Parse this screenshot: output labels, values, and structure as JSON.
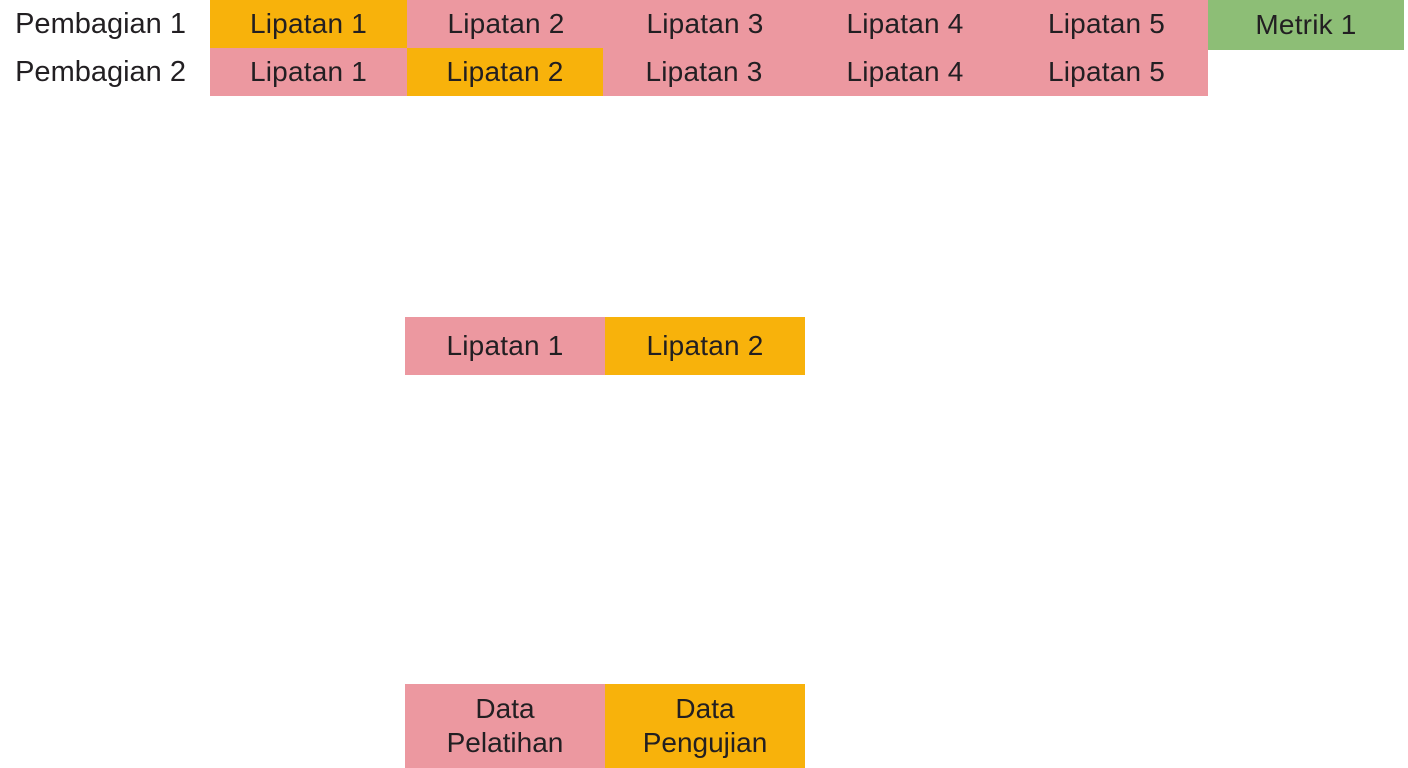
{
  "colors": {
    "train": "#EC98A0",
    "test": "#F8B20B",
    "metric": "#8DBE76",
    "text": "#221F22",
    "background": "#FFFFFF"
  },
  "rows": [
    {
      "label": "Pembagian 1",
      "folds": [
        "Lipatan 1",
        "Lipatan 2",
        "Lipatan 3",
        "Lipatan 4",
        "Lipatan 5"
      ],
      "fold_roles": [
        "test",
        "train",
        "train",
        "train",
        "train"
      ],
      "metric": "Metrik 1"
    },
    {
      "label": "Pembagian 2",
      "folds": [
        "Lipatan 1",
        "Lipatan 2",
        "Lipatan 3",
        "Lipatan 4",
        "Lipatan 5"
      ],
      "fold_roles": [
        "train",
        "test",
        "train",
        "train",
        "train"
      ]
    }
  ],
  "detail_bar": {
    "cells": [
      {
        "text": "Lipatan 1",
        "role": "train"
      },
      {
        "text": "Lipatan 2",
        "role": "test"
      }
    ]
  },
  "legend": {
    "cells": [
      {
        "line1": "Data",
        "line2": "Pelatihan",
        "role": "train"
      },
      {
        "line1": "Data",
        "line2": "Pengujian",
        "role": "test"
      }
    ]
  }
}
